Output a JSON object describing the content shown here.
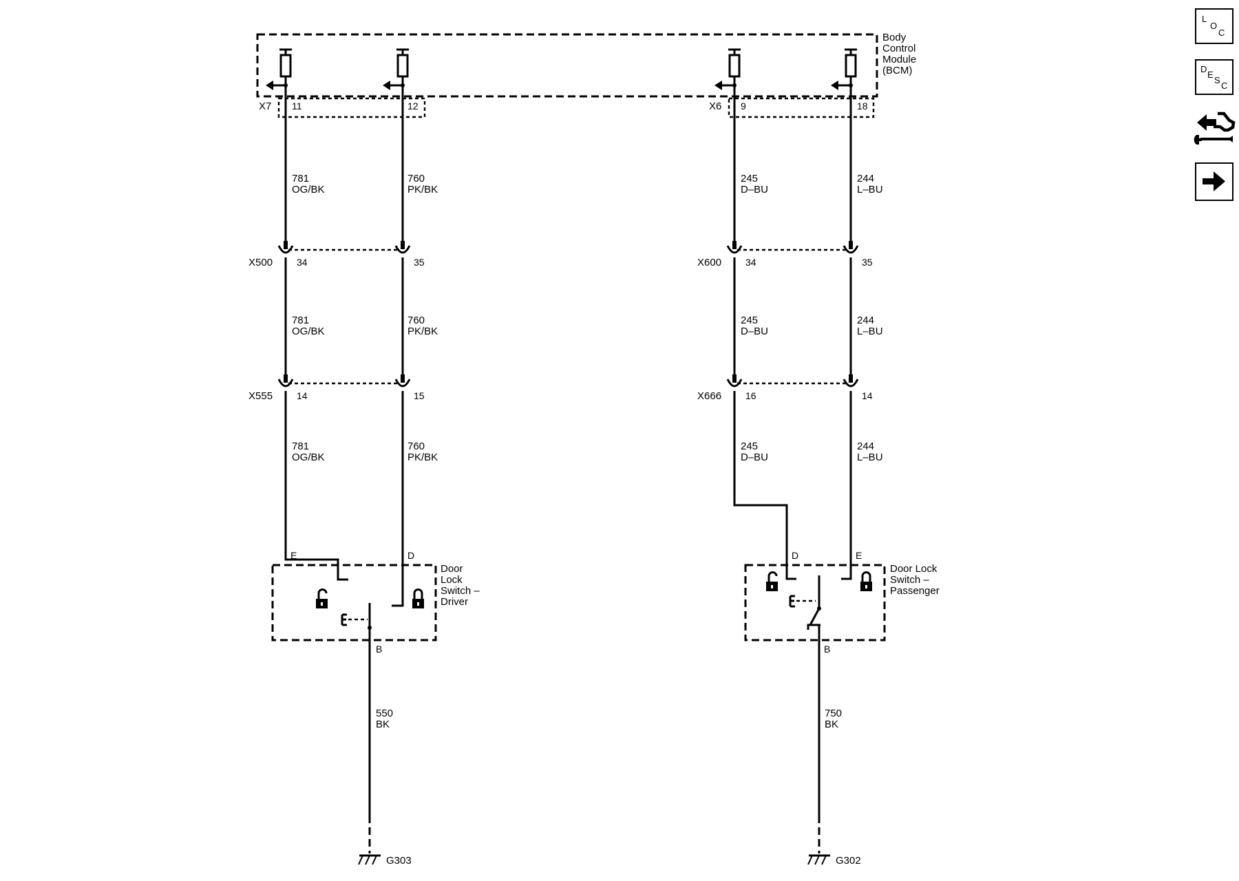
{
  "bcm": {
    "lines": [
      "Body",
      "Control",
      "Module",
      "(BCM)"
    ]
  },
  "bcm_connectors": {
    "left": "X7",
    "right": "X6"
  },
  "bcm_pins": [
    "11",
    "12",
    "9",
    "18"
  ],
  "circuits": [
    {
      "number": "781",
      "color": "OG/BK"
    },
    {
      "number": "760",
      "color": "PK/BK"
    },
    {
      "number": "245",
      "color": "D–BU"
    },
    {
      "number": "244",
      "color": "L–BU"
    }
  ],
  "inline_row1": {
    "left": {
      "name": "X500",
      "pins": [
        "34",
        "35"
      ]
    },
    "right": {
      "name": "X600",
      "pins": [
        "34",
        "35"
      ]
    }
  },
  "inline_row2": {
    "left": {
      "name": "X555",
      "pins": [
        "14",
        "15"
      ]
    },
    "right": {
      "name": "X666",
      "pins": [
        "16",
        "14"
      ]
    }
  },
  "driver_switch": {
    "lines": [
      "Door",
      "Lock",
      "Switch –",
      "Driver"
    ],
    "pins": {
      "left": "E",
      "right": "D",
      "bottom": "B"
    }
  },
  "passenger_switch": {
    "lines": [
      "Door Lock",
      "Switch –",
      "Passenger"
    ],
    "pins": {
      "left": "D",
      "right": "E",
      "bottom": "B"
    }
  },
  "ground_circuits": [
    {
      "number": "550",
      "color": "BK",
      "ground": "G303"
    },
    {
      "number": "750",
      "color": "BK",
      "ground": "G302"
    }
  ],
  "side_buttons": {
    "loc": [
      "L",
      "O",
      "C"
    ],
    "desc": [
      "D",
      "E",
      "S",
      "C"
    ]
  }
}
